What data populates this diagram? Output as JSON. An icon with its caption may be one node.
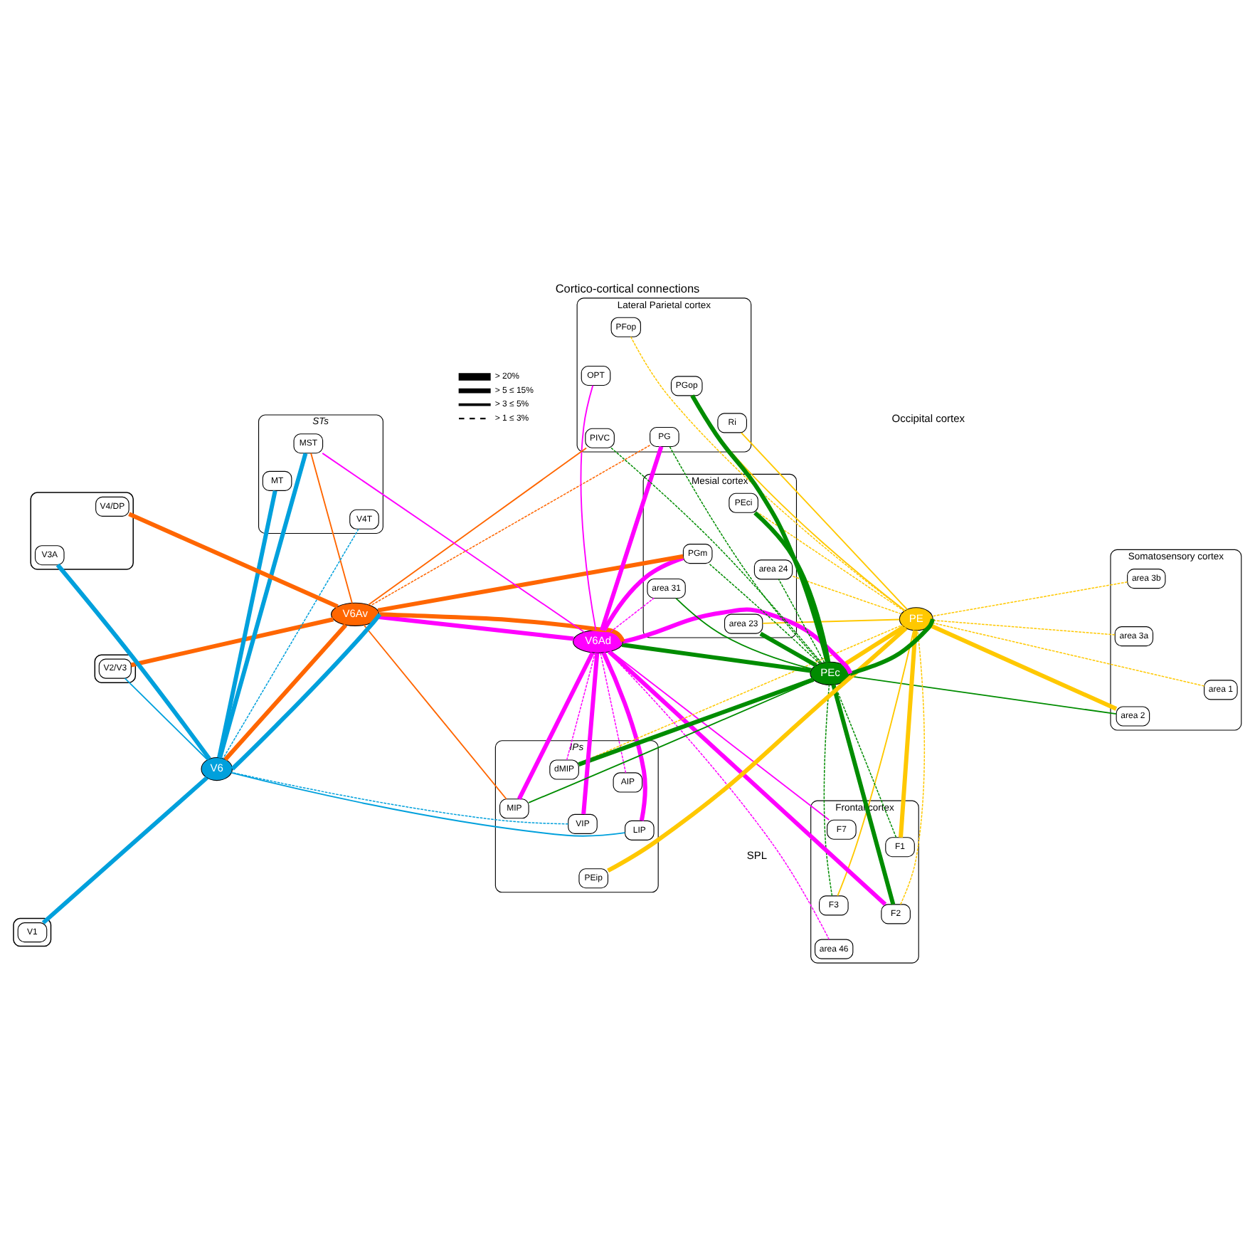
{
  "diagram": {
    "title": "Cortico-cortical connections",
    "nodes": [
      {
        "text": [
          "Somatosensory cortex"
        ]
      },
      {
        "text": [
          "area 1"
        ],
        "in": 0
      },
      {
        "text": [
          "area 3a"
        ],
        "in": 0
      },
      {
        "text": [
          "area 3b"
        ],
        "in": 0
      },
      {
        "text": [
          "area 2"
        ],
        "in": 0
      },
      {
        "text": [
          "Frontal cortex"
        ]
      },
      {
        "text": [
          "area 46"
        ],
        "in": 5
      },
      {
        "text": [
          "F7"
        ],
        "in": 5
      },
      {
        "text": [
          "F3"
        ],
        "in": 5
      },
      {
        "text": [
          "F1"
        ],
        "in": 5
      },
      {
        "text": [
          "F2"
        ],
        "in": 5
      },
      {
        "text": [
          "IPs"
        ]
      },
      {
        "text": [
          "AIP"
        ],
        "in": 11
      },
      {
        "text": [
          "LIP"
        ],
        "in": 11
      },
      {
        "text": [
          "PEip"
        ],
        "in": 11
      },
      {
        "text": [
          "dMIP"
        ],
        "in": 11
      },
      {
        "text": [
          "VIP"
        ],
        "in": 11
      },
      {
        "text": [
          "MIP"
        ],
        "in": 11
      },
      {
        "text": [
          "PE"
        ]
      },
      {
        "text": [
          "PEc"
        ]
      },
      {
        "text": [
          "V6Ad"
        ]
      },
      {
        "text": [
          "V6Av"
        ]
      },
      {
        "text": [
          "V6"
        ]
      },
      {
        "text": [
          "Mesial cortex"
        ]
      },
      {
        "text": [
          "area 24"
        ],
        "in": 23
      },
      {
        "text": [
          "area 23"
        ],
        "in": 23
      },
      {
        "text": [
          "area 31"
        ],
        "in": 23
      },
      {
        "text": [
          "PGm"
        ],
        "in": 23
      },
      {
        "text": [
          "PEci"
        ],
        "in": 23
      },
      {
        "text": [
          "Lateral Parietal cortex"
        ]
      },
      {
        "text": [
          "Ri"
        ],
        "in": 29
      },
      {
        "text": [
          "PFop"
        ],
        "in": 29
      },
      {
        "text": [
          "PG"
        ],
        "in": 29
      },
      {
        "text": [
          "OPT"
        ],
        "in": 29
      },
      {
        "text": [
          "PGop"
        ],
        "in": 29
      },
      {
        "text": [
          "PIVC"
        ],
        "in": 29
      },
      {
        "text": [
          "STs"
        ]
      },
      {
        "text": [
          "MST"
        ],
        "in": 36
      },
      {
        "text": [
          "MT"
        ],
        "in": 36
      },
      {
        "text": [
          "V4T"
        ],
        "in": 36
      },
      {
        "text": [],
        "shape": "ellipse"
      },
      {
        "text": [
          "V3A"
        ],
        "in": 40
      },
      {
        "text": [
          "V4/DP"
        ],
        "in": 40
      },
      {
        "text": [],
        "shape": "ellipse"
      },
      {
        "text": [
          "V1"
        ],
        "in": 43
      },
      {
        "text": [],
        "shape": "ellipse"
      },
      {
        "text": [
          "V2/V3"
        ],
        "in": 45
      }
    ],
    "edges": [
      {
        "from": 1,
        "to": 18,
        "arrow": "none",
        "style": "dashed",
        "color": "#ffc800"
      },
      {
        "from": 2,
        "to": 18,
        "arrow": "none",
        "style": "dashed",
        "color": "#ffc800"
      },
      {
        "from": 3,
        "to": 18,
        "arrow": "none",
        "style": "dashed",
        "color": "#ffc800"
      },
      {
        "from": 4,
        "to": 18,
        "arrow": "none",
        "style": "thick",
        "color": "#ffc800"
      },
      {
        "from": 9,
        "to": 18,
        "arrow": "none",
        "style": "thick",
        "color": "#ffc800"
      },
      {
        "from": 10,
        "to": 18,
        "arrow": "none",
        "style": "dashed",
        "color": "#ffc800"
      },
      {
        "from": 8,
        "to": 18,
        "arrow": "none",
        "color": "#ffc800"
      },
      {
        "from": 14,
        "to": 18,
        "arrow": "none",
        "style": "thick",
        "color": "#ffc800"
      },
      {
        "from": 15,
        "to": 18,
        "arrow": "none",
        "style": "dashed",
        "color": "#ffc800"
      },
      {
        "from": 18,
        "to": 24,
        "arrow": "none",
        "style": "dashed",
        "color": "#ffc800"
      },
      {
        "from": 18,
        "to": 25,
        "arrow": "none",
        "color": "#ffc800"
      },
      {
        "from": 18,
        "to": 28,
        "arrow": "none",
        "style": "dashed",
        "color": "#ffc800"
      },
      {
        "from": 30,
        "to": 18,
        "arrow": "none",
        "color": "#ffc800"
      },
      {
        "from": 31,
        "to": 18,
        "arrow": "none",
        "style": "dashed",
        "color": "#ffc800"
      },
      {
        "from": 34,
        "to": 18,
        "arrow": "none",
        "color": "#ffc800"
      },
      {
        "from": 18,
        "to": 19,
        "arrow": "none",
        "style": "thick",
        "color": "#ffc800"
      },
      {
        "from": 4,
        "to": 19,
        "arrow": "none",
        "color": "#008c00"
      },
      {
        "from": 9,
        "to": 19,
        "arrow": "none",
        "style": "dashed",
        "color": "#008c00"
      },
      {
        "from": 10,
        "to": 19,
        "arrow": "none",
        "style": "thick",
        "color": "#008c00"
      },
      {
        "from": 8,
        "to": 19,
        "arrow": "none",
        "style": "dashed",
        "color": "#008c00"
      },
      {
        "from": 15,
        "to": 19,
        "arrow": "none",
        "style": "thick",
        "color": "#008c00"
      },
      {
        "from": 17,
        "to": 19,
        "arrow": "none",
        "color": "#008c00"
      },
      {
        "from": 19,
        "to": 24,
        "arrow": "none",
        "style": "dashed",
        "color": "#008c00"
      },
      {
        "from": 19,
        "to": 25,
        "arrow": "none",
        "style": "thick",
        "color": "#008c00"
      },
      {
        "from": 19,
        "to": 26,
        "arrow": "none",
        "color": "#008c00"
      },
      {
        "from": 19,
        "to": 27,
        "arrow": "none",
        "style": "dashed",
        "color": "#008c00"
      },
      {
        "from": 19,
        "to": 28,
        "arrow": "none",
        "style": "thick",
        "color": "#008c00"
      },
      {
        "from": 32,
        "to": 19,
        "arrow": "none",
        "style": "dashed",
        "color": "#008c00"
      },
      {
        "from": 34,
        "to": 19,
        "arrow": "none",
        "style": "thick",
        "color": "#008c00"
      },
      {
        "from": 35,
        "to": 19,
        "arrow": "none",
        "style": "dashed",
        "color": "#008c00"
      },
      {
        "from": 18,
        "to": 19,
        "arrow": "none",
        "style": "thick",
        "color": "#008c00"
      },
      {
        "from": 19,
        "to": 20,
        "arrow": "none",
        "style": "thick",
        "color": "#008c00"
      },
      {
        "from": 6,
        "to": 20,
        "arrow": "none",
        "style": "dashed",
        "color": "#ff00ff"
      },
      {
        "from": 7,
        "to": 20,
        "arrow": "none",
        "color": "#ff00ff"
      },
      {
        "from": 10,
        "to": 20,
        "arrow": "none",
        "style": "thick",
        "color": "#ff00ff"
      },
      {
        "from": 12,
        "to": 20,
        "arrow": "none",
        "style": "dashed",
        "color": "#ff00ff"
      },
      {
        "from": 13,
        "to": 20,
        "arrow": "none",
        "style": "thick",
        "color": "#ff00ff"
      },
      {
        "from": 15,
        "to": 20,
        "arrow": "none",
        "style": "dashed",
        "color": "#ff00ff"
      },
      {
        "from": 16,
        "to": 20,
        "arrow": "none",
        "style": "thick",
        "color": "#ff00ff"
      },
      {
        "from": 17,
        "to": 20,
        "arrow": "none",
        "style": "thick",
        "color": "#ff00ff"
      },
      {
        "from": 20,
        "to": 26,
        "arrow": "none",
        "style": "dashed",
        "color": "#ff00ff"
      },
      {
        "from": 20,
        "to": 27,
        "arrow": "none",
        "style": "thick",
        "color": "#ff00ff"
      },
      {
        "from": 32,
        "to": 20,
        "arrow": "none",
        "style": "thick",
        "color": "#ff00ff"
      },
      {
        "from": 33,
        "to": 20,
        "arrow": "none",
        "color": "#ff00ff"
      },
      {
        "from": 37,
        "to": 20,
        "arrow": "none",
        "color": "#ff00ff"
      },
      {
        "from": 19,
        "to": 20,
        "arrow": "none",
        "style": "thick",
        "color": "#ff00ff"
      },
      {
        "from": 20,
        "to": 21,
        "arrow": "none",
        "style": "thick",
        "color": "#ff00ff"
      },
      {
        "from": 20,
        "to": 21,
        "arrow": "none",
        "style": "thick",
        "color": "#ff6600"
      },
      {
        "from": 17,
        "to": 21,
        "arrow": "none",
        "color": "#ff6600"
      },
      {
        "from": 32,
        "to": 21,
        "arrow": "none",
        "style": "dashed",
        "color": "#ff6600"
      },
      {
        "from": 35,
        "to": 21,
        "arrow": "none",
        "color": "#ff6600"
      },
      {
        "from": 37,
        "to": 21,
        "arrow": "none",
        "color": "#ff6600"
      },
      {
        "from": 21,
        "to": 27,
        "arrow": "none",
        "style": "thick",
        "color": "#ff6600"
      },
      {
        "from": 42,
        "to": 21,
        "arrow": "none",
        "style": "thick",
        "color": "#ff6600"
      },
      {
        "from": 21,
        "to": 46,
        "arrow": "none",
        "style": "thick",
        "color": "#ff6600"
      },
      {
        "from": 21,
        "to": 22,
        "arrow": "none",
        "style": "thick",
        "color": "#ff6600"
      },
      {
        "from": 21,
        "to": 22,
        "arrow": "none",
        "style": "thick",
        "color": "#00a0dc"
      },
      {
        "from": 13,
        "to": 22,
        "arrow": "none",
        "color": "#00a0dc"
      },
      {
        "from": 16,
        "to": 22,
        "arrow": "none",
        "style": "dashed",
        "color": "#00a0dc"
      },
      {
        "from": 37,
        "to": 22,
        "arrow": "none",
        "style": "thick",
        "color": "#00a0dc"
      },
      {
        "from": 38,
        "to": 22,
        "arrow": "none",
        "style": "thick",
        "color": "#00a0dc"
      },
      {
        "from": 39,
        "to": 22,
        "arrow": "none",
        "style": "dashed",
        "color": "#00a0dc"
      },
      {
        "from": 41,
        "to": 22,
        "arrow": "none",
        "style": "thick",
        "color": "#00a0dc"
      },
      {
        "from": 22,
        "to": 44,
        "arrow": "none",
        "style": "thick",
        "color": "#00a0dc"
      },
      {
        "from": 22,
        "to": 46,
        "arrow": "none",
        "color": "#00a0dc"
      }
    ],
    "labels": [
      "SPL",
      "Occipital cortex"
    ],
    "legend": [
      {
        "text": "> 20%"
      },
      {
        "text": "> 5 ≤ 15%"
      },
      {
        "text": "> 3 ≤ 5%"
      },
      {
        "text": "> 1 ≤ 3%"
      }
    ]
  }
}
